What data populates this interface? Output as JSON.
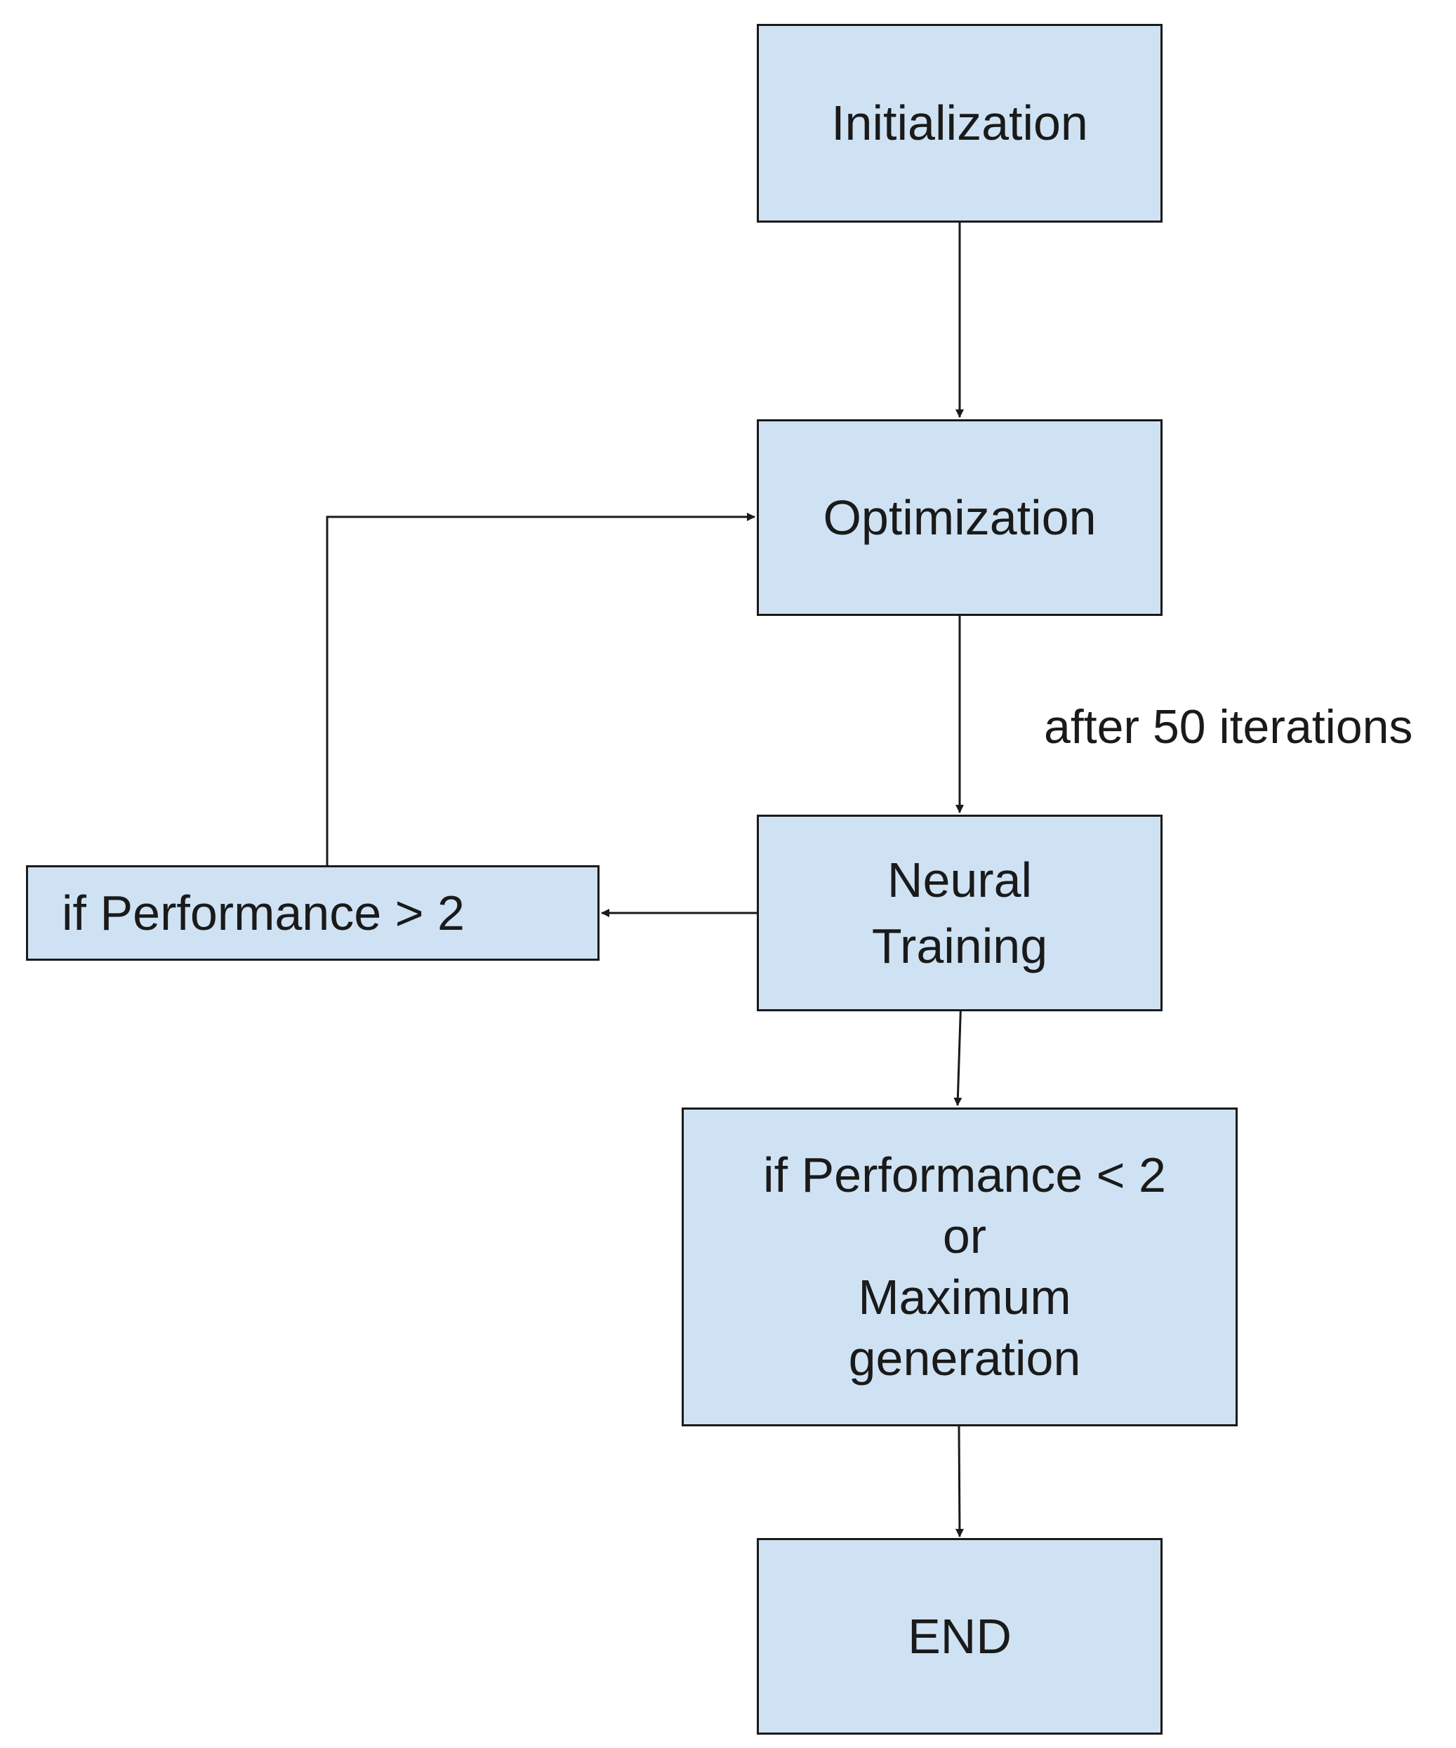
{
  "nodes": {
    "initialization": "Initialization",
    "optimization": "Optimization",
    "neural_training": [
      "Neural",
      "Training"
    ],
    "condition_greater": "if Performance > 2",
    "condition_stop": [
      "if Performance < 2",
      "or",
      "Maximum",
      "generation"
    ],
    "end": "END"
  },
  "edges": {
    "optimization_to_training_label": "after 50 iterations"
  },
  "colors": {
    "node_fill": "#cfe2f3",
    "stroke": "#1a1a1a"
  }
}
